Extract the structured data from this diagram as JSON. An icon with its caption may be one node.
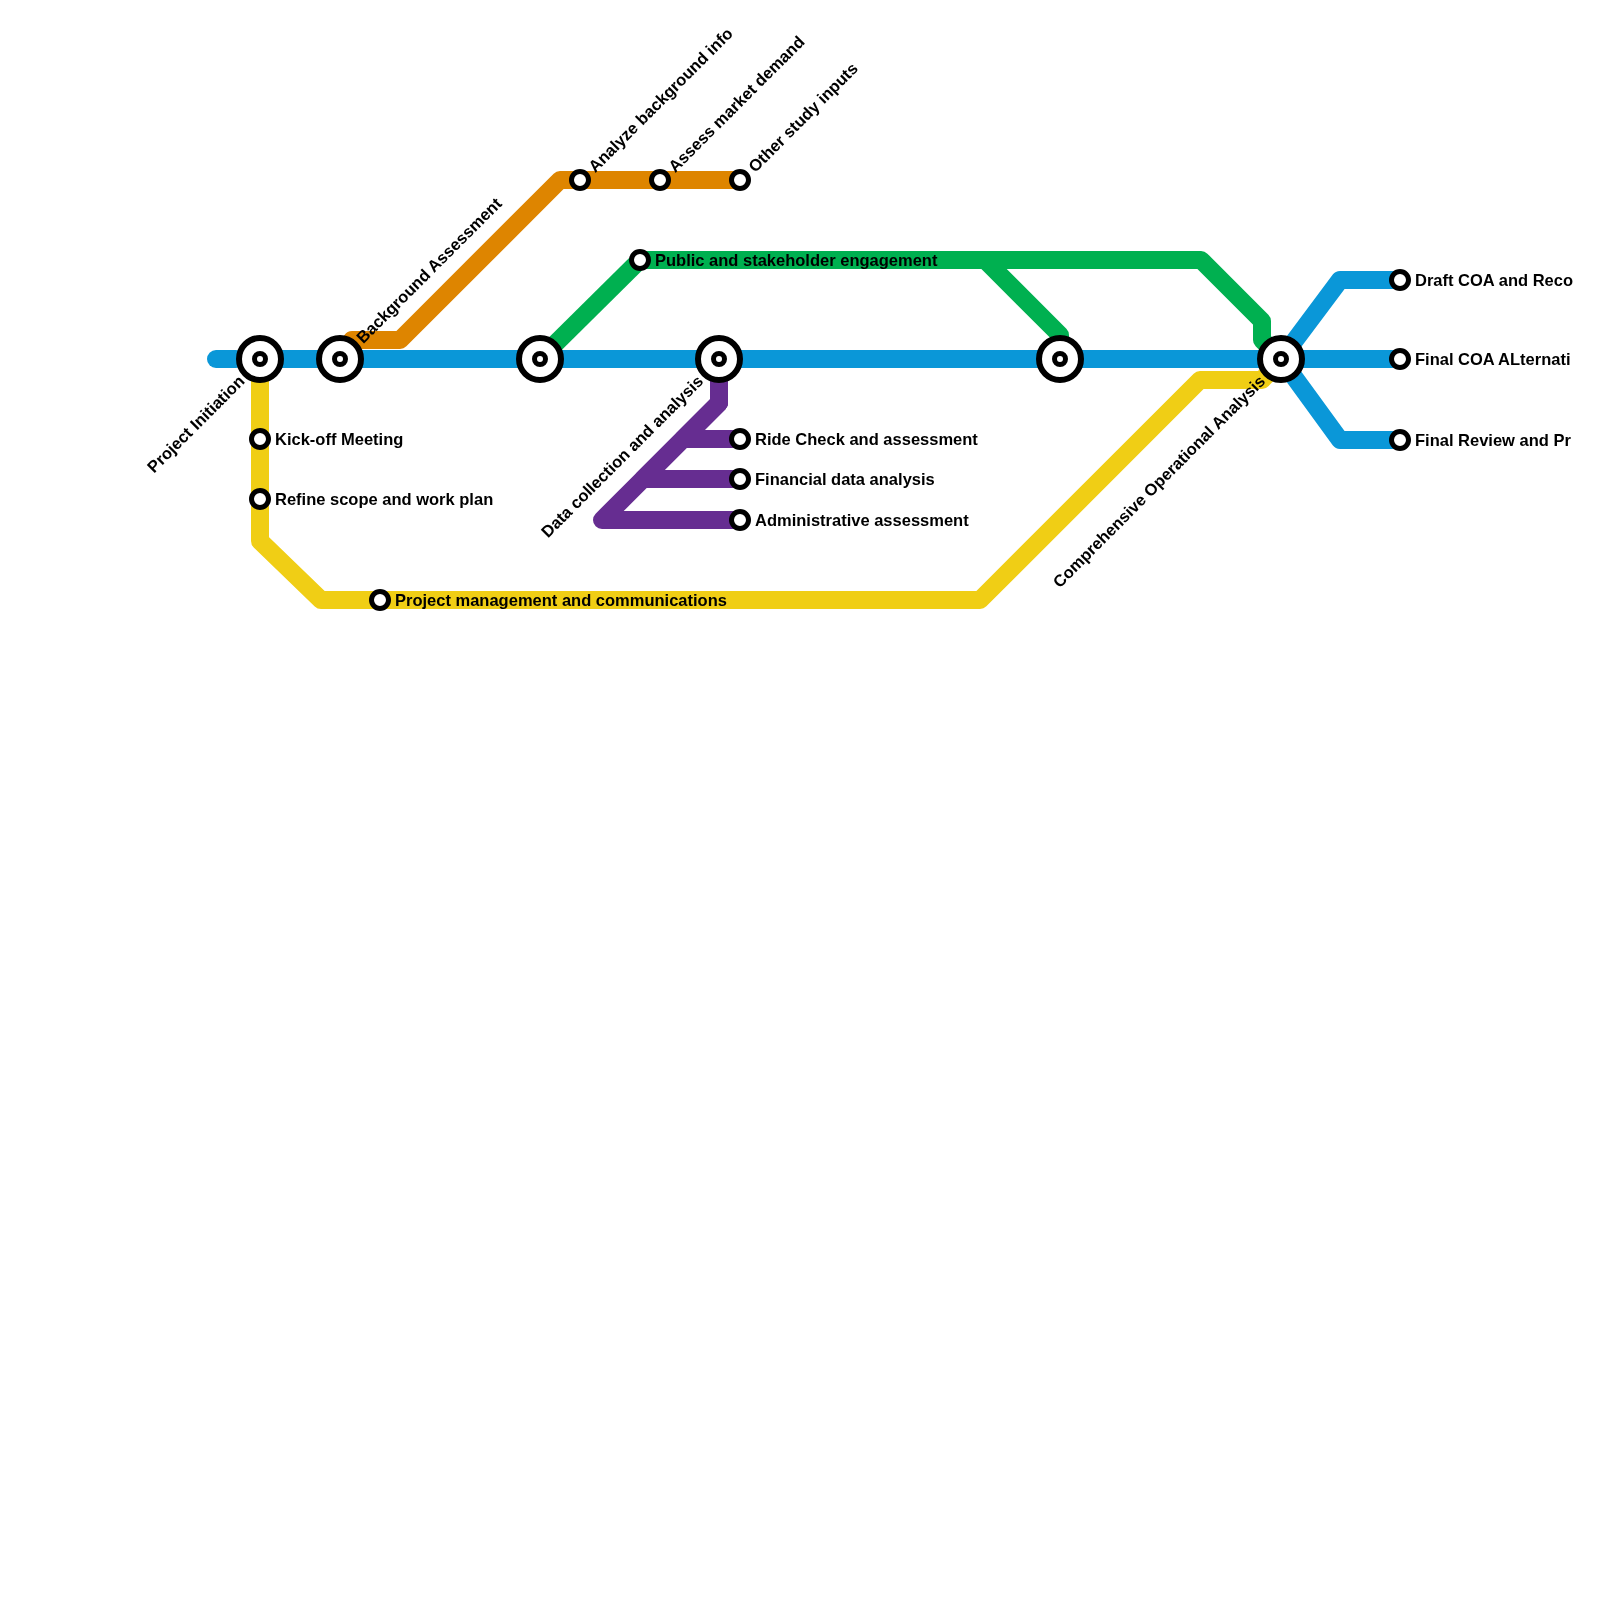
{
  "diagram": {
    "nodes": [
      {
        "text": [
          "Analyze background info"
        ]
      },
      {
        "text": [
          "Assess market demand"
        ]
      },
      {
        "text": [
          "Other study inputs"
        ]
      },
      {
        "text": [
          "Public and stakeholder engagement"
        ]
      },
      {
        "text": [
          "Draft COA and Reco"
        ]
      },
      {
        "text": [
          "Project Initiation"
        ]
      },
      {
        "text": [
          "Background Assessment"
        ]
      },
      {
        "text": [],
        "shape": "circle"
      },
      {
        "text": [
          "Data collection and analysis"
        ]
      },
      {
        "text": [],
        "shape": "circle"
      },
      {
        "text": [
          "Comprehensive Operational Analysis"
        ]
      },
      {
        "text": [
          "Final COA ALternati"
        ]
      },
      {
        "text": [
          "Kick-off Meeting"
        ]
      },
      {
        "text": [
          "Ride Check and assessment"
        ]
      },
      {
        "text": [
          "Final Review and Pr"
        ]
      },
      {
        "text": [
          "Financial data analysis"
        ]
      },
      {
        "text": [
          "Refine scope and work plan"
        ]
      },
      {
        "text": [
          "Administrative assessment"
        ]
      },
      {
        "text": [
          "Project management and communications"
        ]
      }
    ],
    "edges": [
      {
        "from": 5,
        "to": 6,
        "arrow": "none"
      },
      {
        "from": 6,
        "to": 7,
        "arrow": "none"
      },
      {
        "from": 7,
        "to": 8,
        "arrow": "none"
      },
      {
        "from": 8,
        "to": 9,
        "arrow": "none"
      },
      {
        "from": 9,
        "to": 10,
        "arrow": "none"
      },
      {
        "from": 10,
        "to": 4,
        "arrow": "none"
      },
      {
        "from": 10,
        "to": 11,
        "arrow": "none"
      },
      {
        "from": 10,
        "to": 14,
        "arrow": "none"
      },
      {
        "from": 5,
        "to": 12,
        "arrow": "none",
        "color": "#f0ce15"
      },
      {
        "from": 12,
        "to": 16,
        "arrow": "none",
        "color": "#f0ce15"
      },
      {
        "from": 16,
        "to": 18,
        "arrow": "none",
        "color": "#f0ce15"
      },
      {
        "from": 18,
        "to": 10,
        "arrow": "none",
        "color": "#f0ce15"
      },
      {
        "from": 6,
        "to": 0,
        "arrow": "none",
        "color": "#de8500"
      },
      {
        "from": 0,
        "to": 1,
        "arrow": "none",
        "color": "#de8500"
      },
      {
        "from": 1,
        "to": 2,
        "arrow": "none",
        "color": "#de8500"
      },
      {
        "from": 7,
        "to": 3,
        "arrow": "none",
        "color": "#00b050"
      },
      {
        "from": 3,
        "to": 9,
        "arrow": "none",
        "color": "#00b050"
      },
      {
        "from": 3,
        "to": 10,
        "arrow": "none",
        "color": "#00b050"
      },
      {
        "from": 8,
        "to": 13,
        "arrow": "none",
        "color": "#662d91"
      },
      {
        "from": 8,
        "to": 15,
        "arrow": "none",
        "color": "#662d91"
      },
      {
        "from": 8,
        "to": 17,
        "arrow": "none",
        "color": "#662d91"
      }
    ]
  }
}
